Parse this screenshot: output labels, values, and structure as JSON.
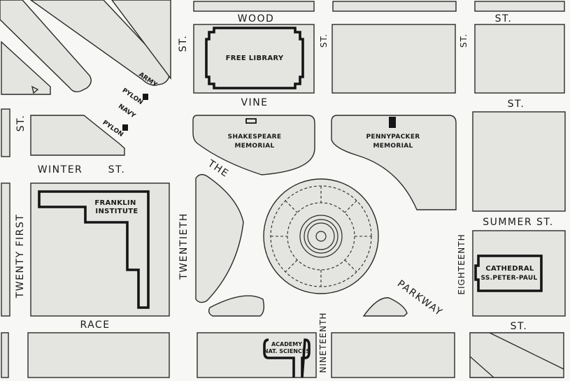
{
  "streets": {
    "wood": "WOOD",
    "st_top_right": "ST.",
    "vine": "VINE",
    "st_vine_right": "ST.",
    "winter": "WINTER",
    "winter_st": "ST.",
    "summer": "SUMMER ST.",
    "race": "RACE",
    "race_st": "ST.",
    "the": "THE",
    "parkway": "PARKWAY",
    "twenty_first": "TWENTY FIRST",
    "twentieth": "TWENTIETH",
    "nineteenth": "NINETEENTH",
    "eighteenth": "EIGHTEENTH",
    "st_left": "ST.",
    "st_twentieth": "ST.",
    "st_nineteenth": "ST.",
    "st_eighteenth": "ST."
  },
  "buildings": {
    "free_library": "FREE LIBRARY",
    "franklin_line1": "FRANKLIN",
    "franklin_line2": "INSTITUTE",
    "cathedral_line1": "CATHEDRAL",
    "cathedral_line2": "SS.PETER-PAUL",
    "academy_line1": "ACADEMY",
    "academy_line2": "NAT. SCIENCES"
  },
  "memorials": {
    "shakespeare_line1": "SHAKESPEARE",
    "shakespeare_line2": "MEMORIAL",
    "pennypacker_line1": "PENNYPACKER",
    "pennypacker_line2": "MEMORIAL"
  },
  "pylons": {
    "army": "ARMY",
    "army_pylon": "PYLON",
    "navy": "NAVY",
    "navy_pylon": "PYLON"
  }
}
